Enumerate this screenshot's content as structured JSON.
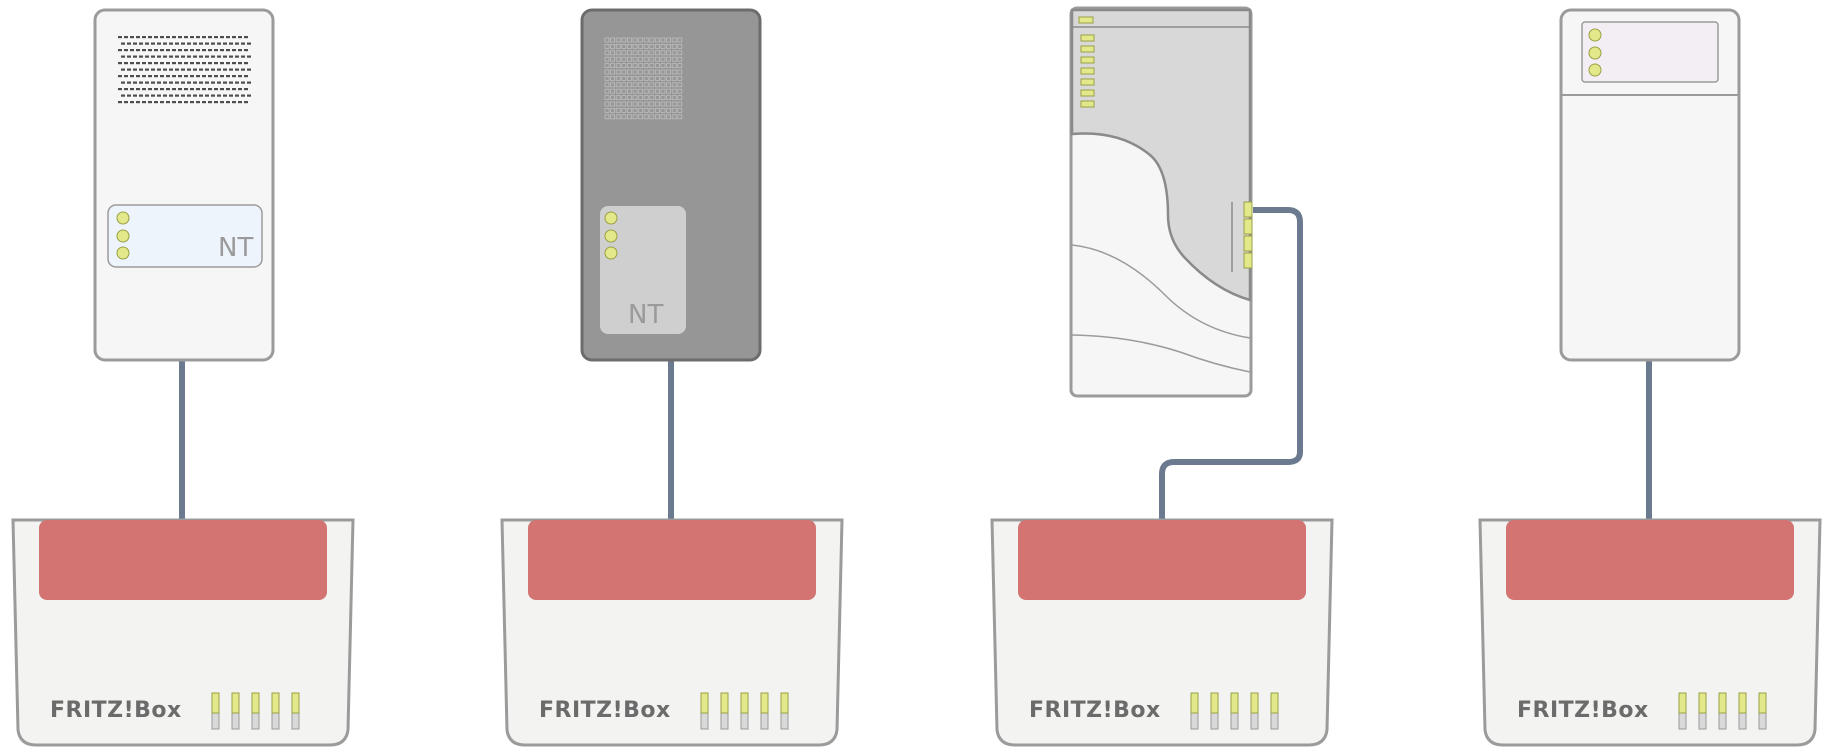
{
  "scenarios": [
    {
      "device": {
        "kind": "nt-white",
        "label": "NT"
      },
      "router": {
        "brand": "FRITZ!Box"
      }
    },
    {
      "device": {
        "kind": "nt-grey",
        "label": "NT"
      },
      "router": {
        "brand": "FRITZ!Box"
      }
    },
    {
      "device": {
        "kind": "patch-panel"
      },
      "router": {
        "brand": "FRITZ!Box"
      }
    },
    {
      "device": {
        "kind": "ont-white"
      },
      "router": {
        "brand": "FRITZ!Box"
      }
    }
  ],
  "colors": {
    "cable": "#6b7a8f",
    "router_top": "#d47472",
    "led": "#e3e88a",
    "device_white": "#f6f6f6",
    "device_grey": "#969696",
    "outline": "#9b9b9b"
  }
}
